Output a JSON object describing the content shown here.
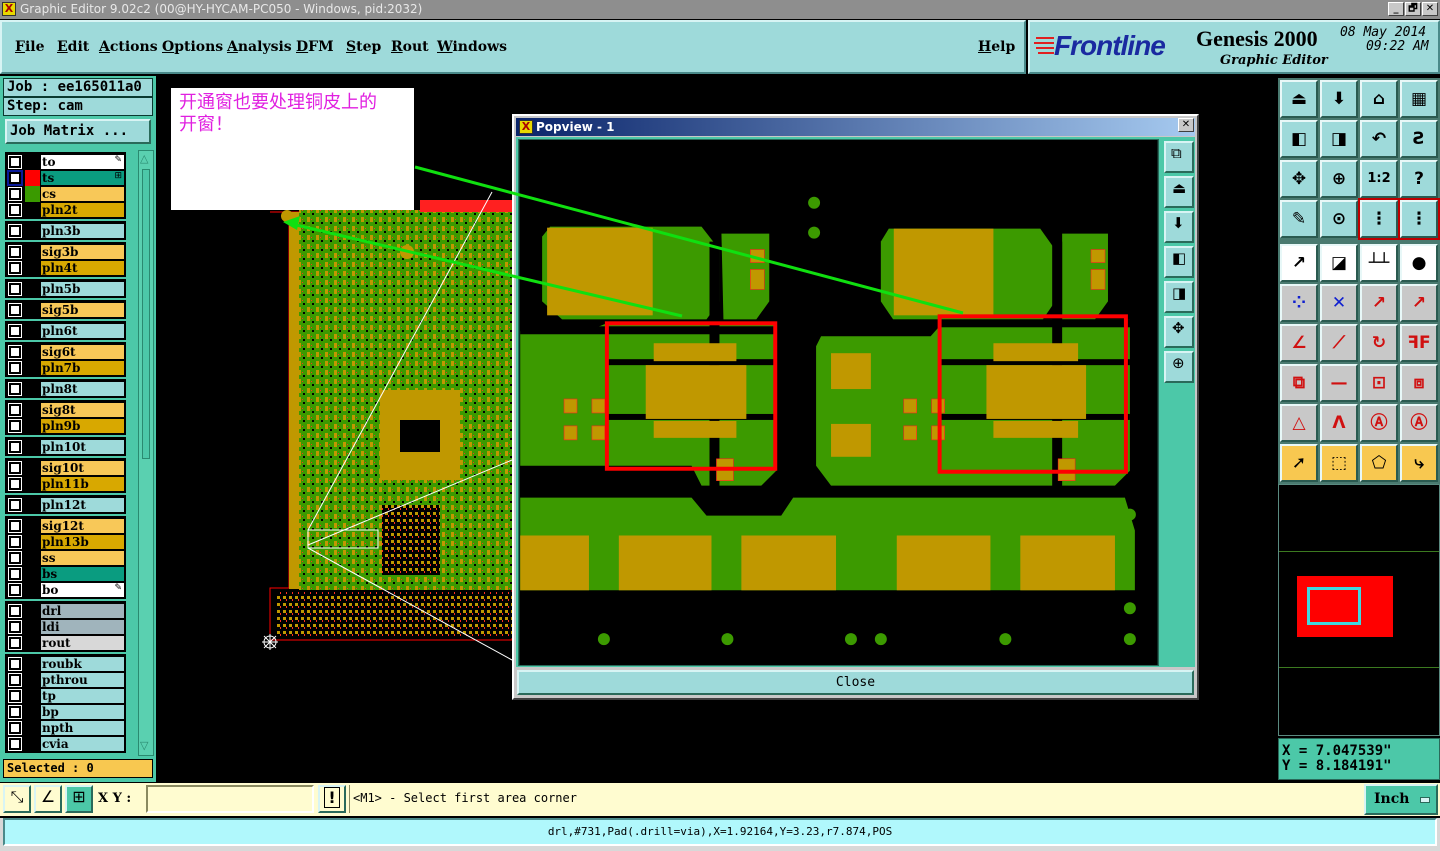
{
  "window": {
    "title": "Graphic Editor 9.02c2 (00@HY-HYCAM-PC050 - Windows, pid:2032)",
    "app_icon": "x-icon",
    "minimize": "_",
    "restore": "🗗",
    "close": "✕"
  },
  "menu": {
    "items": [
      "File",
      "Edit",
      "Actions",
      "Options",
      "Analysis",
      "DFM",
      "Step",
      "Rout",
      "Windows"
    ],
    "help": "Help"
  },
  "logo": {
    "brand": "Frontline",
    "product": "Genesis 2000",
    "subtitle": "Graphic Editor",
    "date": "08 May 2014",
    "time": "09:22 AM"
  },
  "job": {
    "job_label": "Job : ee165011a0",
    "step_label": "Step: cam",
    "matrix_button": "Job Matrix ..."
  },
  "layer_groups": [
    [
      {
        "name": "to",
        "type": "white",
        "mark": "pen"
      },
      {
        "name": "ts",
        "type": "teal",
        "color": "#ff0000",
        "active": true,
        "mark": "grid"
      },
      {
        "name": "cs",
        "type": "orange",
        "color": "#3a9a00"
      },
      {
        "name": "pln2t",
        "type": "gold"
      }
    ],
    [
      {
        "name": "pln3b",
        "type": "cyan"
      }
    ],
    [
      {
        "name": "sig3b",
        "type": "orange"
      },
      {
        "name": "pln4t",
        "type": "gold"
      }
    ],
    [
      {
        "name": "pln5b",
        "type": "cyan"
      }
    ],
    [
      {
        "name": "sig5b",
        "type": "orange"
      }
    ],
    [
      {
        "name": "pln6t",
        "type": "cyan"
      }
    ],
    [
      {
        "name": "sig6t",
        "type": "orange"
      },
      {
        "name": "pln7b",
        "type": "gold"
      }
    ],
    [
      {
        "name": "pln8t",
        "type": "cyan"
      }
    ],
    [
      {
        "name": "sig8t",
        "type": "orange"
      },
      {
        "name": "pln9b",
        "type": "gold"
      }
    ],
    [
      {
        "name": "pln10t",
        "type": "cyan"
      }
    ],
    [
      {
        "name": "sig10t",
        "type": "orange"
      },
      {
        "name": "pln11b",
        "type": "gold"
      }
    ],
    [
      {
        "name": "pln12t",
        "type": "cyan"
      }
    ],
    [
      {
        "name": "sig12t",
        "type": "orange"
      },
      {
        "name": "pln13b",
        "type": "gold"
      },
      {
        "name": "ss",
        "type": "orange"
      },
      {
        "name": "bs",
        "type": "teal"
      },
      {
        "name": "bo",
        "type": "white",
        "mark": "pen"
      }
    ],
    [
      {
        "name": "drl",
        "type": "slate"
      },
      {
        "name": "ldi",
        "type": "slate"
      },
      {
        "name": "rout",
        "type": "lightgray"
      }
    ],
    [
      {
        "name": "roubk",
        "type": "cyan"
      },
      {
        "name": "pthrou",
        "type": "cyan"
      },
      {
        "name": "tp",
        "type": "cyan"
      },
      {
        "name": "bp",
        "type": "cyan"
      },
      {
        "name": "npth",
        "type": "cyan"
      },
      {
        "name": "cvia",
        "type": "cyan"
      }
    ]
  ],
  "layer_colors": {
    "white": "#ffffff",
    "teal": "#0a9c80",
    "orange": "#f8c858",
    "gold": "#d8a800",
    "cyan": "#9edada",
    "slate": "#a0b4bc",
    "lightgray": "#d8d8d8"
  },
  "selected": "Selected : 0",
  "note": {
    "line1": "开通窗也要处理铜皮上的",
    "line2": "开窗！"
  },
  "popview": {
    "title": "Popview - 1",
    "close_label": "Close",
    "side_icons": [
      "zoom-previous-icon",
      "pan-up-icon",
      "pan-down-icon",
      "pan-left-icon",
      "pan-right-icon",
      "zoom-home-icon",
      "zoom-fit-icon"
    ]
  },
  "toolbar_icons": [
    "pan-up-icon",
    "pan-down-icon",
    "home-icon",
    "grid-xy-icon",
    "pan-left-icon",
    "pan-right-icon",
    "undo-icon",
    "snake-icon",
    "zoom-out-icon",
    "zoom-in-icon",
    "scale-1-2-icon",
    "help-icon",
    "tools-palette-icon",
    "snap-pad-icon",
    "layer-display-icon",
    "layer-display-2-icon",
    "feature-info-icon",
    "measure-pad-icon",
    "ruler-icon",
    "pad-outline-icon",
    "connect-icon",
    "delete-icon",
    "move-icon",
    "copy-icon",
    "line-angle-icon",
    "line-move-icon",
    "rotate-icon",
    "mirror-icon",
    "resize-icon",
    "cut-line-icon",
    "spacing-icon",
    "contour-icon",
    "triangle-icon",
    "arc-icon",
    "arch-icon",
    "arch-bar-icon",
    "select-icon",
    "select-box-icon",
    "select-polygon-icon",
    "route-select-icon"
  ],
  "toolbar_glyphs": [
    "⏏",
    "⬇",
    "⌂",
    "▦",
    "◧",
    "◨",
    "↶",
    "Ƨ",
    "✥",
    "⊕",
    "1:2",
    "?",
    "✎",
    "⊙",
    "⋮",
    "⋮",
    "↗",
    "◪",
    "┴┴",
    "●",
    "⁘",
    "✕",
    "↗",
    "↗",
    "∠",
    "⟋",
    "↻",
    "ꟻF",
    "⧉",
    "—",
    "⊡",
    "⧈",
    "△",
    "Λ",
    "Ⓐ",
    "Ⓐ",
    "➚",
    "⬚",
    "⬠",
    "⤷"
  ],
  "coords": {
    "x": "X = 7.047539\"",
    "y": "Y = 8.184191\""
  },
  "bottombar": {
    "xy_label": "X Y :",
    "xy_value": "",
    "message": "<M1> - Select first area corner",
    "units": "Inch",
    "alert": "!"
  },
  "status": "drl,#731,Pad(.drill=via),X=1.92164,Y=3.23,r7.874,POS",
  "pcb_colors": {
    "copper": "#3c9a00",
    "pad": "#c09800",
    "outline": "#ff0000",
    "arrow": "#10e010"
  }
}
